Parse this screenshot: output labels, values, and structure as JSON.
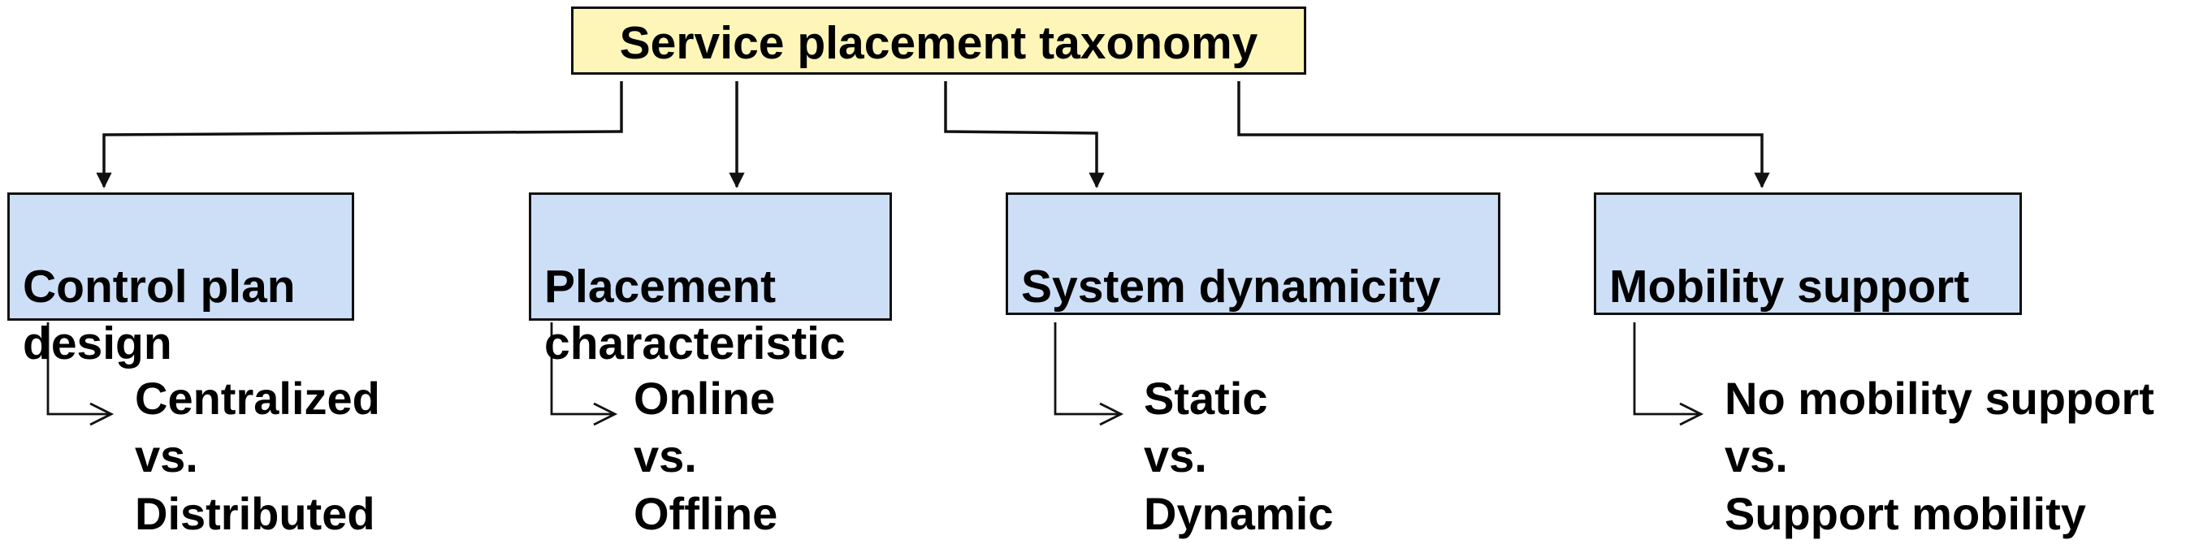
{
  "diagram": {
    "root": {
      "label": "Service placement taxonomy"
    },
    "categories": [
      {
        "label": "Control plan\ndesign",
        "options": [
          "Centralized",
          "vs.",
          "Distributed"
        ]
      },
      {
        "label": "Placement\ncharacteristic",
        "options": [
          "Online",
          "vs.",
          "Offline"
        ]
      },
      {
        "label": "System dynamicity",
        "options": [
          "Static",
          "vs.",
          "Dynamic"
        ]
      },
      {
        "label": "Mobility support",
        "options": [
          "No mobility support",
          "vs.",
          "Support mobility"
        ]
      }
    ],
    "colors": {
      "root_fill": "#fdf6b8",
      "category_fill": "#cddff7",
      "stroke": "#111111",
      "text": "#000000"
    }
  }
}
